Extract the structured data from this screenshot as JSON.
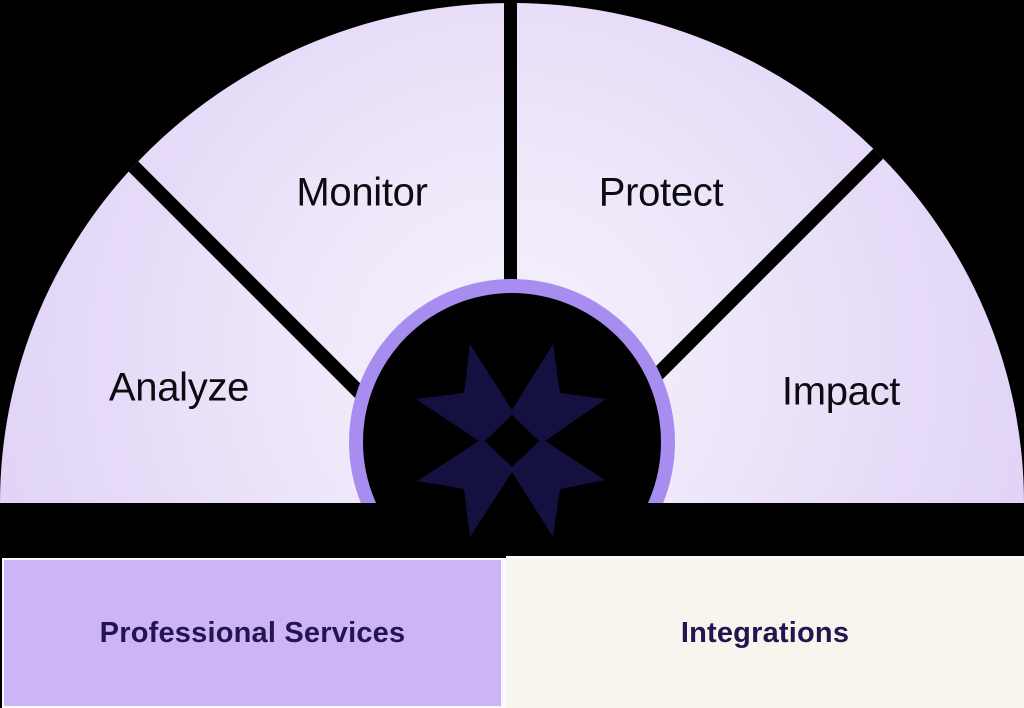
{
  "diagram": {
    "segments": [
      {
        "label": "Analyze"
      },
      {
        "label": "Monitor"
      },
      {
        "label": "Protect"
      },
      {
        "label": "Impact"
      }
    ],
    "center_icon": "eight-point-star-icon"
  },
  "footer": {
    "tabs": [
      {
        "label": "Professional Services",
        "bg": "#cdb4f7"
      },
      {
        "label": "Integrations",
        "bg": "#f8f4ee"
      }
    ]
  },
  "colors": {
    "background": "#000000",
    "gauge_gradient_inner": "#f4effc",
    "gauge_gradient_outer": "#dccdf4",
    "hub_ring": "#a88df0",
    "hub_fill": "#000000",
    "star": "#141140",
    "segment_label_text": "#0b0b10",
    "tab_professional_bg": "#cdb4f7",
    "tab_integrations_bg": "#f8f4ee",
    "tab_text": "#231550",
    "tab_border": "#fbf9fe"
  }
}
